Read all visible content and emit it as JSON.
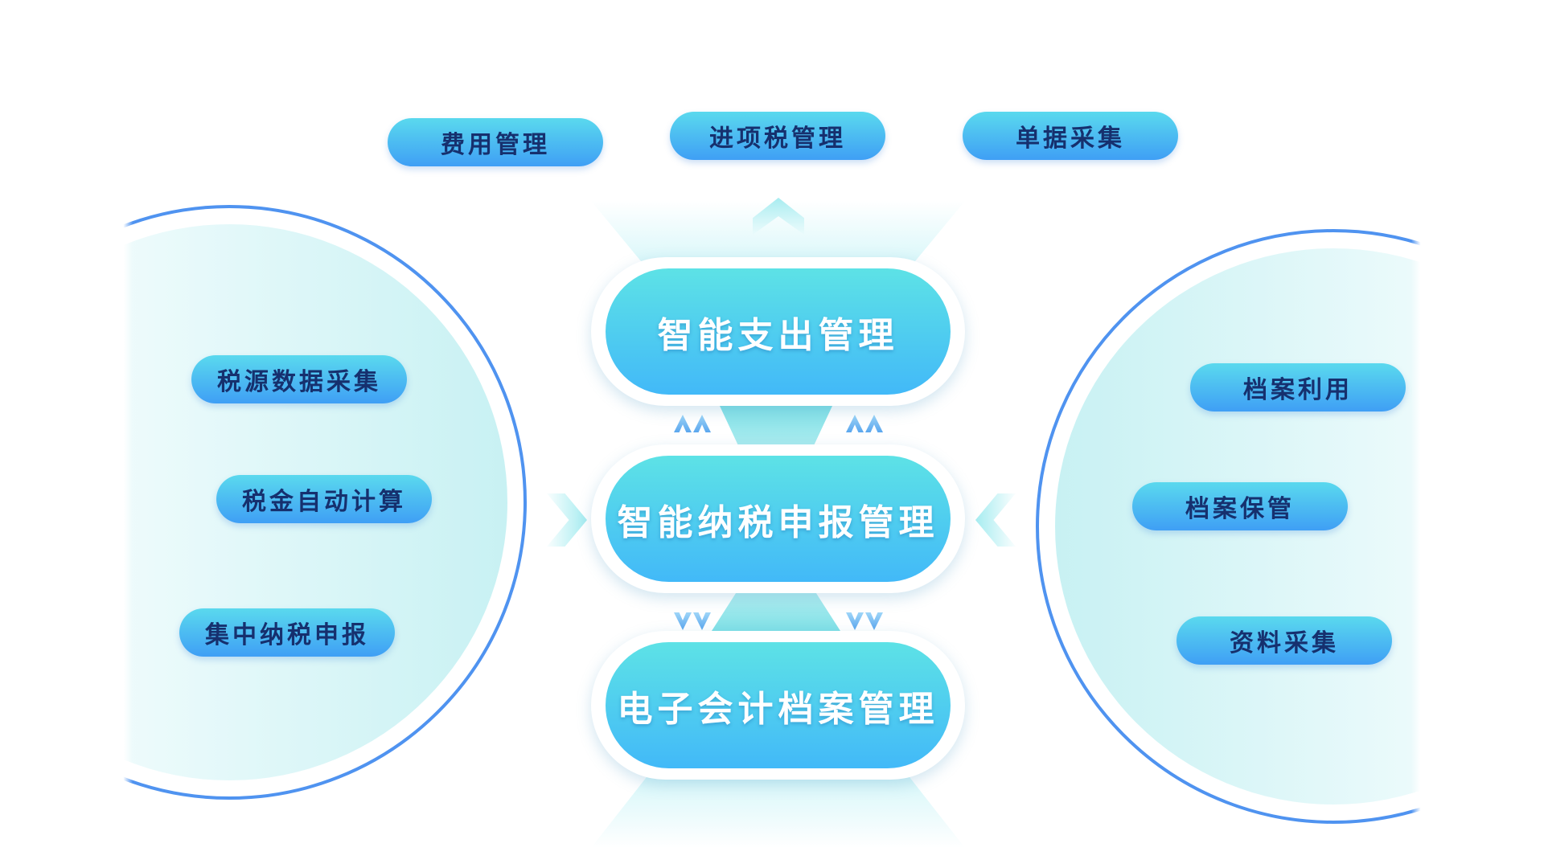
{
  "center_nodes": {
    "expense": "智能支出管理",
    "tax_declaration": "智能纳税申报管理",
    "archive": "电子会计档案管理"
  },
  "top_items": [
    "费用管理",
    "进项税管理",
    "单据采集"
  ],
  "left_items": [
    "税源数据采集",
    "税金自动计算",
    "集中纳税申报"
  ],
  "right_items": [
    "档案利用",
    "档案保管",
    "资料采集"
  ],
  "colors": {
    "node_gradient_top": "#5de2e6",
    "node_gradient_bottom": "#42b9f8",
    "pill_gradient_top": "#5ad9ee",
    "pill_gradient_bottom": "#3f9ff5",
    "pill_text": "#16306e",
    "circle_border": "#4f93f0",
    "circle_fill": "#c8f1f3"
  }
}
